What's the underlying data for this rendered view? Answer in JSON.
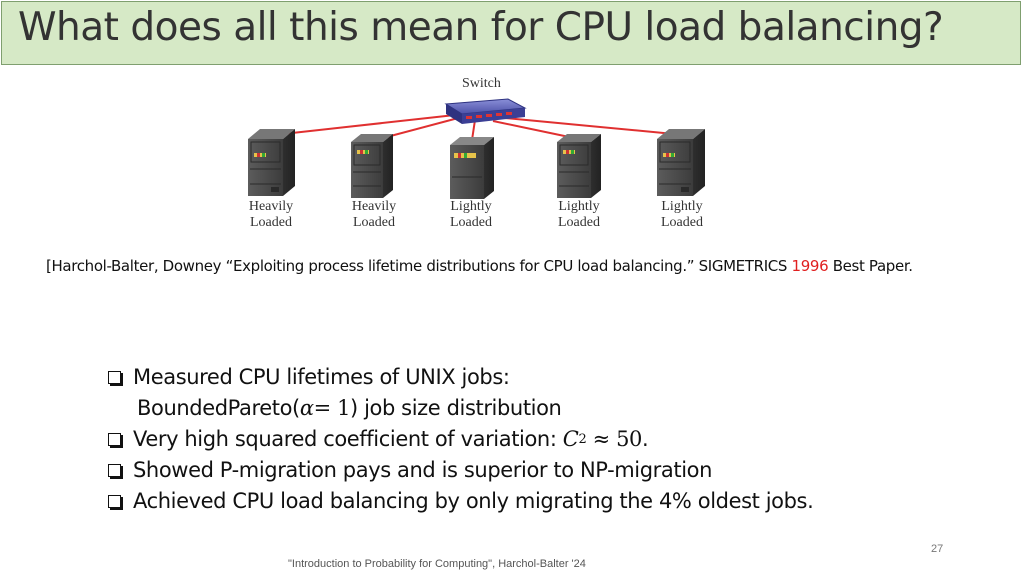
{
  "slide": {
    "title": "What does all this mean for CPU load balancing?",
    "diagram": {
      "switch_label": "Switch",
      "servers": [
        {
          "label_line1": "Heavily",
          "label_line2": "Loaded"
        },
        {
          "label_line1": "Heavily",
          "label_line2": "Loaded"
        },
        {
          "label_line1": "Lightly",
          "label_line2": "Loaded"
        },
        {
          "label_line1": "Lightly",
          "label_line2": "Loaded"
        },
        {
          "label_line1": "Lightly",
          "label_line2": "Loaded"
        }
      ],
      "link_color": "#e03030"
    },
    "citation": {
      "text": "[Harchol-Balter, Downey “Exploiting process lifetime distributions for CPU load balancing.”  SIGMETRICS",
      "year": "1996",
      "suffix": "Best Paper."
    },
    "bullets": {
      "b1_line1": "Measured CPU lifetimes of UNIX jobs:",
      "b1_line2_prefix": "BoundedPareto(",
      "b1_alpha": "α",
      "b1_eq": " = 1",
      "b1_line2_suffix": ") job size distribution",
      "b2_prefix": "Very high squared coefficient of variation: ",
      "b2_var": "C",
      "b2_exp": "2",
      "b2_rest": " ≈ 50",
      "b2_end": ".",
      "b3": "Showed P-migration pays and is superior to NP-migration",
      "b4": "Achieved CPU load balancing by only migrating the 4% oldest jobs."
    },
    "page_number": "27",
    "footer": "\"Introduction to Probability for Computing\", Harchol-Balter '24"
  }
}
